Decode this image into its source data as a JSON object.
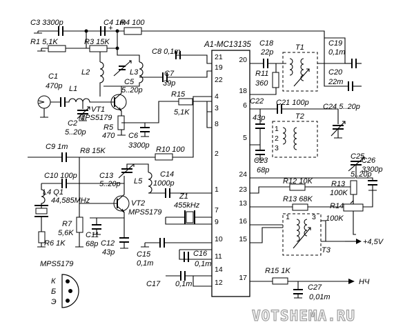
{
  "chip": {
    "name": "A1-MC13135"
  },
  "pins_left": [
    "21",
    "19",
    "22",
    "4",
    "3",
    "8",
    "2",
    "1",
    "7",
    "9",
    "10",
    "11",
    "14",
    "12"
  ],
  "pins_right": [
    "20",
    "18",
    "6",
    "5",
    "24",
    "23",
    "13",
    "16",
    "15",
    "17"
  ],
  "labels": {
    "c3": "C3 3300p",
    "c4": "C4 1m",
    "r4": "R4 100",
    "r1": "R1 5,1K",
    "r3": "R3 15K",
    "c8": "C8 0,1m",
    "l2": "L2",
    "l3": "L3",
    "c7": "C7",
    "c7v": "39p",
    "c5": "C5",
    "c5v": "5..20p",
    "c1": "C1",
    "c1v": "470p",
    "l1": "L1",
    "vt1": "VT1",
    "vt1t": "MPS5179",
    "r5": "R5",
    "r5v": "470",
    "r15a": "R15",
    "r15av": "5,1K",
    "c2": "C2",
    "c2v": "5..20p",
    "c6": "C6",
    "c6v": "3300p",
    "c9": "C9 1m",
    "r8": "R8 15K",
    "r10": "R10 100",
    "c10": "C10 100p",
    "c13": "C13",
    "c13v": "5..20p",
    "l5": "L5",
    "c14": "C14",
    "c14v": "1000p",
    "q1": "L4 Q1",
    "q1f": "44,585MHz",
    "vt2": "VT2",
    "vt2t": "MPS5179",
    "z1": "Z1",
    "z1f": "455kHz",
    "r7": "R7",
    "r7v": "5,6K",
    "c11": "C11",
    "c11v": "68p",
    "r6": "R6 1K",
    "c12": "C12",
    "c12v": "43p",
    "c15": "C15",
    "c15v": "0,1m",
    "c16": "C16",
    "c16v": "0,1m",
    "c17": "C17",
    "c17v": "0,1m",
    "c18": "C18",
    "c18v": "22p",
    "r11": "R11",
    "r11v": "360",
    "t1": "T1",
    "c19": "C19",
    "c19v": "0,1m",
    "c20": "C20",
    "c20v": "22m",
    "c22": "C22",
    "c22v": "43p",
    "c21": "C21 100p",
    "c24": "C24 5..20p",
    "t2": "T2",
    "c23": "C23",
    "c23v": "68p",
    "c25": "C25",
    "c25v": "5..20p",
    "c26": "C26",
    "c26v": "3300p",
    "r12": "R12 10K",
    "r13": "R13",
    "r13v": "100K",
    "r13b": "R13 68K",
    "r14": "R14",
    "r14v": "100K",
    "t3": "T3",
    "vcc": "+4,5V",
    "r15b": "R15 1K",
    "c27": "C27",
    "c27v": "0,01m",
    "out": "НЧ",
    "pinout": "MPS5179",
    "k": "К",
    "b": "Б",
    "e": "Э",
    "coil1": "1",
    "coil2": "2",
    "coil3": "3",
    "plus": "+"
  },
  "watermark": "VOTSHEMA.RU"
}
